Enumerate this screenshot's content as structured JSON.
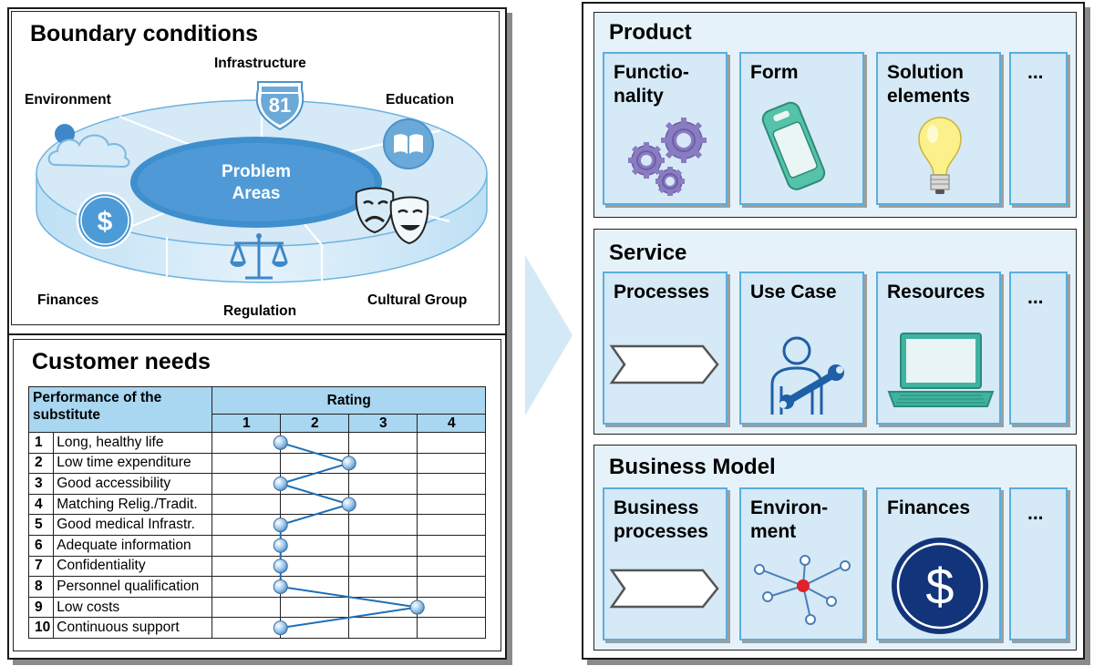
{
  "boundary": {
    "title": "Boundary conditions",
    "center": "Problem\nAreas",
    "highway_shield": "81",
    "labels": {
      "infrastructure": "Infrastructure",
      "environment": "Environment",
      "education": "Education",
      "finances": "Finances",
      "regulation": "Regulation",
      "cultural": "Cultural Group"
    }
  },
  "needs": {
    "title": "Customer needs",
    "header_left": "Performance of the substitute",
    "header_rating": "Rating",
    "rating_columns": [
      "1",
      "2",
      "3",
      "4"
    ],
    "rows": [
      {
        "num": "1",
        "label": "Long, healthy life",
        "rating": 2
      },
      {
        "num": "2",
        "label": "Low time expenditure",
        "rating": 3
      },
      {
        "num": "3",
        "label": "Good accessibility",
        "rating": 2
      },
      {
        "num": "4",
        "label": "Matching Relig./Tradit.",
        "rating": 3
      },
      {
        "num": "5",
        "label": "Good medical Infrastr.",
        "rating": 2
      },
      {
        "num": "6",
        "label": "Adequate information",
        "rating": 2
      },
      {
        "num": "7",
        "label": "Confidentiality",
        "rating": 2
      },
      {
        "num": "8",
        "label": "Personnel qualification",
        "rating": 2
      },
      {
        "num": "9",
        "label": "Low costs",
        "rating": 4
      },
      {
        "num": "10",
        "label": "Continuous support",
        "rating": 2
      }
    ]
  },
  "product": {
    "title": "Product",
    "cards": [
      {
        "title": "Functio-\nnality",
        "icon": "gears-icon"
      },
      {
        "title": "Form",
        "icon": "device-icon"
      },
      {
        "title": "Solution\nelements",
        "icon": "lightbulb-icon"
      },
      {
        "title": "...",
        "icon": ""
      }
    ]
  },
  "service": {
    "title": "Service",
    "cards": [
      {
        "title": "Processes",
        "icon": "process-arrow-icon"
      },
      {
        "title": "Use Case",
        "icon": "worker-wrench-icon"
      },
      {
        "title": "Resources",
        "icon": "laptop-icon"
      },
      {
        "title": "...",
        "icon": ""
      }
    ]
  },
  "business": {
    "title": "Business Model",
    "cards": [
      {
        "title": "Business\nprocesses",
        "icon": "process-arrow-icon"
      },
      {
        "title": "Environ-\nment",
        "icon": "network-icon"
      },
      {
        "title": "Finances",
        "icon": "dollar-coin-icon"
      },
      {
        "title": "...",
        "icon": ""
      }
    ]
  },
  "colors": {
    "accent": "#5aaedd",
    "card_fill": "#d5e9f6",
    "header_fill": "#a9d6f0",
    "line": "#1f6fb5",
    "center_dot": "#e0202a"
  }
}
